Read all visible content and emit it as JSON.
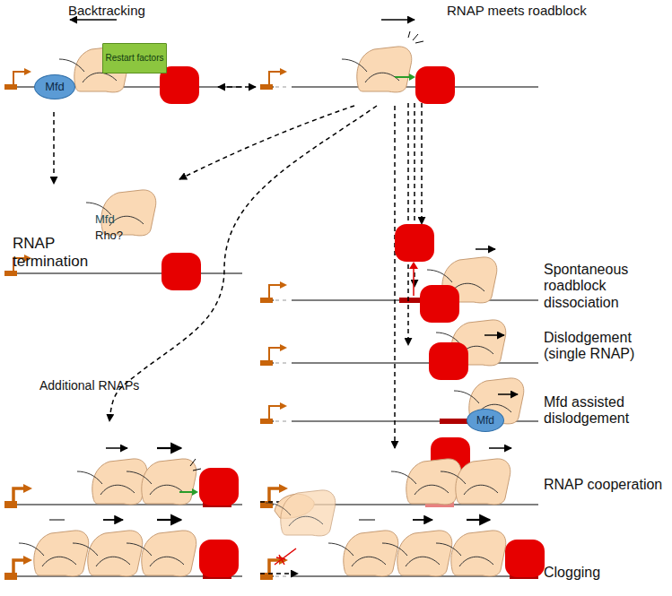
{
  "diagram": {
    "nodes": [
      {
        "text": [
          "Mfd"
        ]
      },
      {
        "text": [
          "Restart factors"
        ]
      },
      {
        "text": [
          "Mfd"
        ]
      }
    ],
    "edges": [],
    "labels": [
      "Backtracking",
      "RNAP meets roadblock",
      "Mfd",
      "Rho?",
      "RNAP termination",
      "Spontaneous roadblock dissociation",
      "Dislodgement (single RNAP)",
      "Mfd assisted dislodgement",
      "Additional RNAPs",
      "RNAP cooperation",
      "Clogging"
    ]
  }
}
